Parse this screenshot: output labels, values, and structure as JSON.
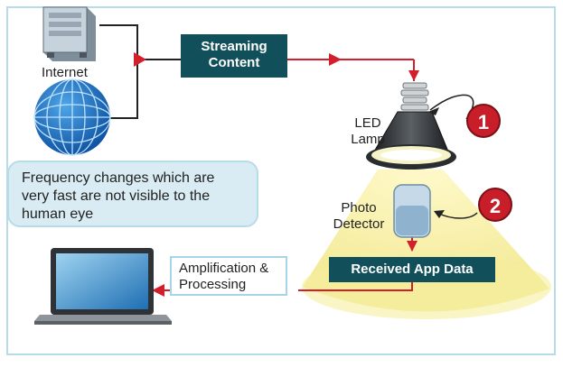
{
  "labels": {
    "internet": "Internet",
    "streaming": "Streaming Content",
    "led_lamp": "LED Lamp",
    "photo_detector": "Photo Detector",
    "received_app_data": "Received App Data",
    "amplification": "Amplification & Processing",
    "note": "Frequency changes which are very fast are not visible to the human eye"
  },
  "markers": {
    "one": "1",
    "two": "2"
  },
  "colors": {
    "dark_teal": "#114f5a",
    "arrow_red": "#d21f2b",
    "light_beam": "#f7f1a8",
    "note_bg": "#d9ecf4",
    "border": "#a6d5e6"
  },
  "icons": [
    "server-icon",
    "globe-icon",
    "led-lamp-icon",
    "photo-detector-icon",
    "laptop-icon"
  ]
}
